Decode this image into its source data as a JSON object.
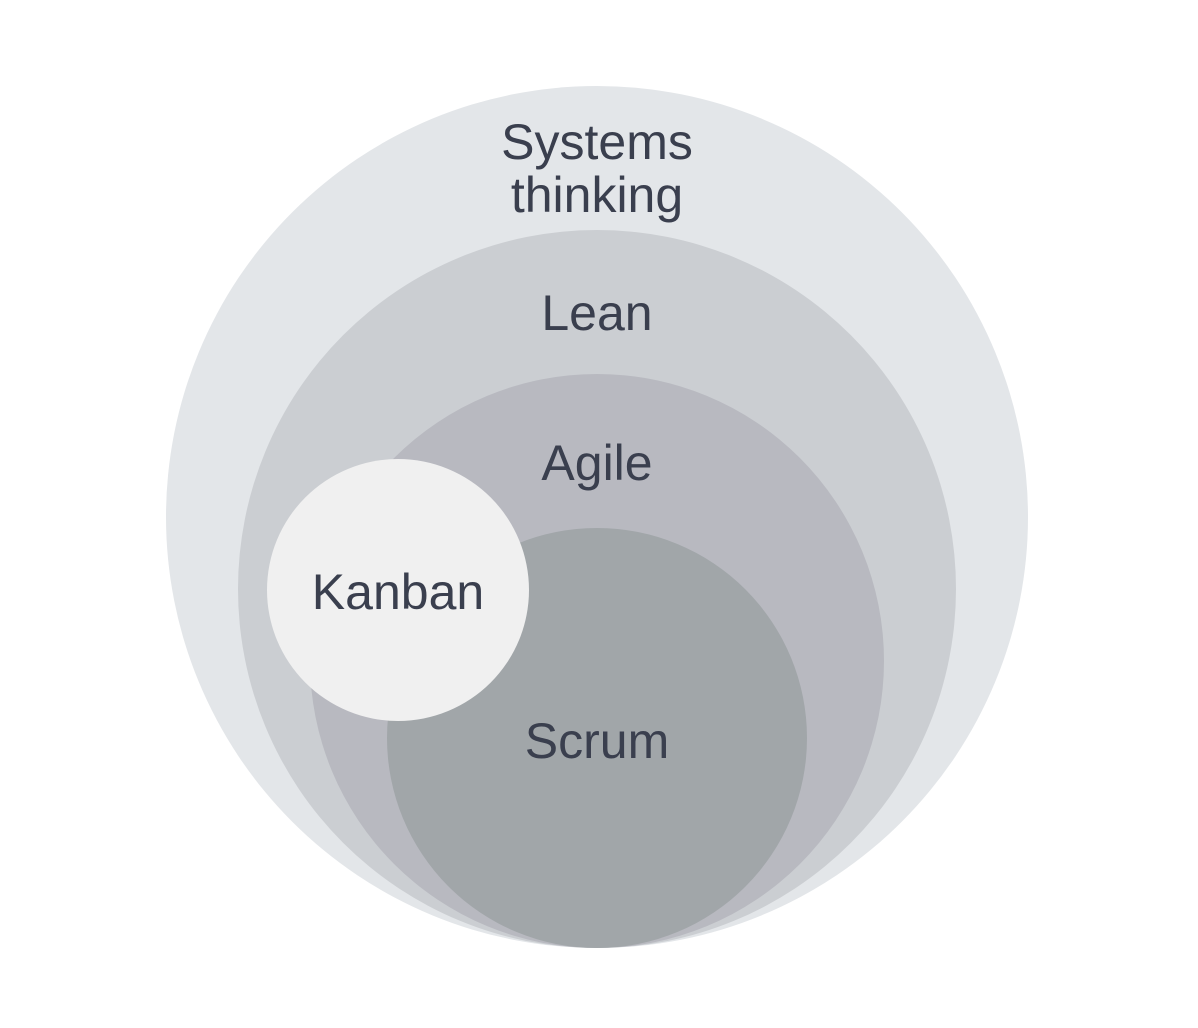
{
  "diagram": {
    "type": "nested-circles",
    "text_color": "#3a3f4e",
    "circles": {
      "systems_thinking": {
        "label_line1": "Systems",
        "label_line2": "thinking",
        "fill": "#e3e6e9"
      },
      "lean": {
        "label": "Lean",
        "fill": "#cbced2"
      },
      "agile": {
        "label": "Agile",
        "fill": "#b8b9c0"
      },
      "scrum": {
        "label": "Scrum",
        "fill": "#a1a6a9"
      },
      "kanban": {
        "label": "Kanban",
        "fill": "#f0f0f0"
      }
    }
  }
}
